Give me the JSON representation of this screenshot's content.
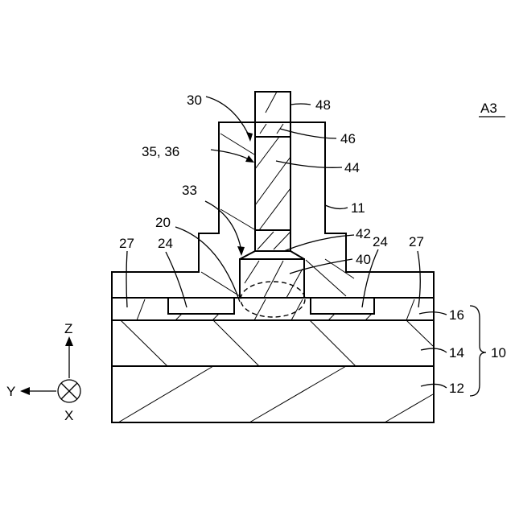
{
  "figure": {
    "id_label": "A3",
    "labels": {
      "l30": "30",
      "l48": "48",
      "l46": "46",
      "l3536": "35, 36",
      "l44": "44",
      "l33": "33",
      "l11": "11",
      "l20": "20",
      "l42": "42",
      "l27a": "27",
      "l24a": "24",
      "l24b": "24",
      "l27b": "27",
      "l40": "40",
      "l16": "16",
      "l14": "14",
      "l10": "10",
      "l12": "12"
    },
    "axes": {
      "z": "Z",
      "y": "Y",
      "x": "X"
    }
  }
}
